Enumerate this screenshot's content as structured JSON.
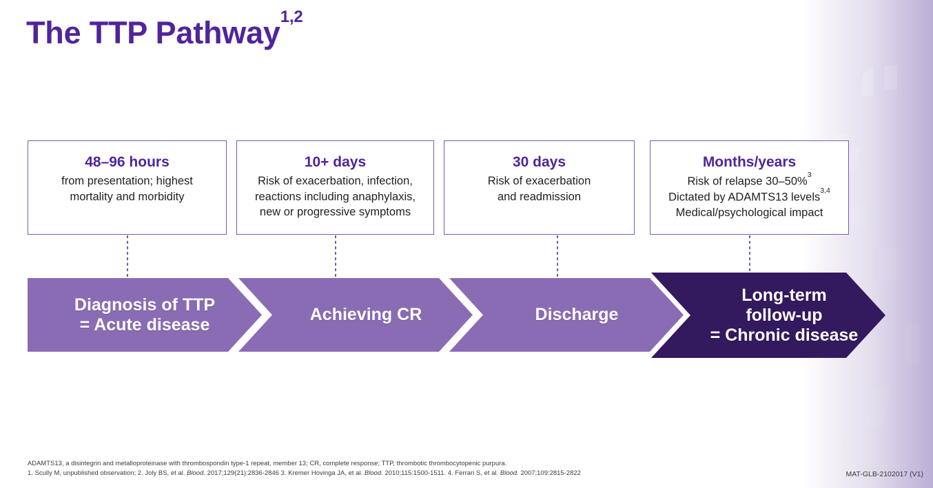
{
  "slide": {
    "title": "The TTP Pathway",
    "title_superscript": "1,2",
    "background_color": "#ffffff",
    "accent_color": "#51249b",
    "chevron_light_color": "#8a6cb5",
    "chevron_dark_color": "#33195e",
    "box_border_color": "#7c5aa8"
  },
  "boxes": [
    {
      "heading": "48–96 hours",
      "lines": [
        {
          "text": "from presentation; highest",
          "sup": ""
        },
        {
          "text": "mortality and morbidity",
          "sup": ""
        }
      ]
    },
    {
      "heading": "10+ days",
      "lines": [
        {
          "text": "Risk of exacerbation, infection,",
          "sup": ""
        },
        {
          "text": "reactions including anaphylaxis,",
          "sup": ""
        },
        {
          "text": "new or progressive symptoms",
          "sup": ""
        }
      ]
    },
    {
      "heading": "30 days",
      "lines": [
        {
          "text": "Risk of exacerbation",
          "sup": ""
        },
        {
          "text": "and readmission",
          "sup": ""
        }
      ]
    },
    {
      "heading": "Months/years",
      "lines": [
        {
          "text": "Risk of relapse 30–50%",
          "sup": "3"
        },
        {
          "text": "Dictated by ADAMTS13 levels",
          "sup": "3,4"
        },
        {
          "text": "Medical/psychological impact",
          "sup": ""
        }
      ]
    }
  ],
  "chevrons": [
    {
      "lines": [
        "Diagnosis of TTP",
        "= Acute disease"
      ],
      "style": "light"
    },
    {
      "lines": [
        "Achieving CR"
      ],
      "style": "light"
    },
    {
      "lines": [
        "Discharge"
      ],
      "style": "light"
    },
    {
      "lines": [
        "Long-term",
        "follow-up",
        "= Chronic disease"
      ],
      "style": "dark"
    }
  ],
  "footnotes": {
    "abbreviations": "ADAMTS13, a disintegrin and metalloproteinase with thrombospondin type-1 repeat, member 13; CR, complete response; TTP, thrombotic thrombocytopenic purpura.",
    "references_parts": [
      {
        "text": "1. Scully M, unpublished observation;  2. Joly BS, et al. ",
        "italic": false
      },
      {
        "text": "Blood.",
        "italic": true
      },
      {
        "text": " 2017;129(21):2836-2846 3. Kremer Hovinga JA, et al. ",
        "italic": false
      },
      {
        "text": "Blood.",
        "italic": true
      },
      {
        "text": " 2010;115:1500-1511. 4. Ferrari S, et al. ",
        "italic": false
      },
      {
        "text": "Blood.",
        "italic": true
      },
      {
        "text": " 2007;109:2815-2822",
        "italic": false
      }
    ]
  },
  "mat_code": "MAT-GLB-2102017 (V1)"
}
